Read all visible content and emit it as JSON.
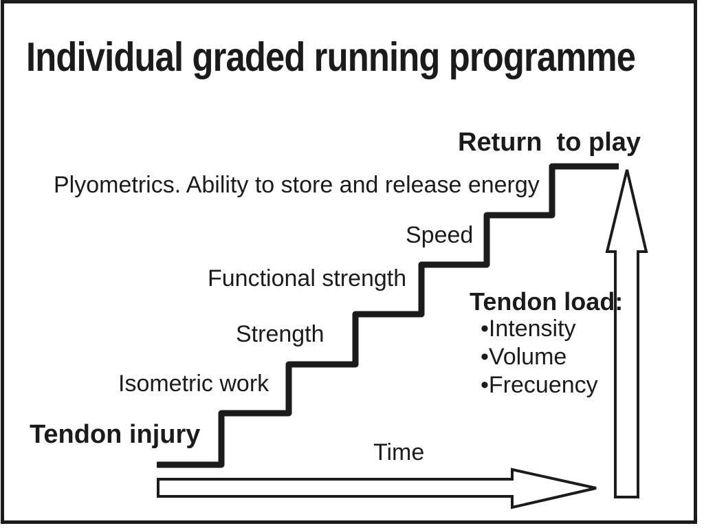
{
  "title": "Individual graded running programme",
  "diagram": {
    "start_label": "Tendon injury",
    "end_label": "Return  to play",
    "steps": [
      "Isometric work",
      "Strength",
      "Functional strength",
      "Speed",
      "Plyometrics. Ability to store and release energy"
    ],
    "time_axis": {
      "label": "Time"
    },
    "tendon_load": {
      "title": "Tendon load:",
      "bullets": [
        "•Intensity",
        "•Volume",
        "•Frecuency"
      ]
    },
    "colors": {
      "ink": "#1b1b1b",
      "background": "#ffffff"
    }
  }
}
